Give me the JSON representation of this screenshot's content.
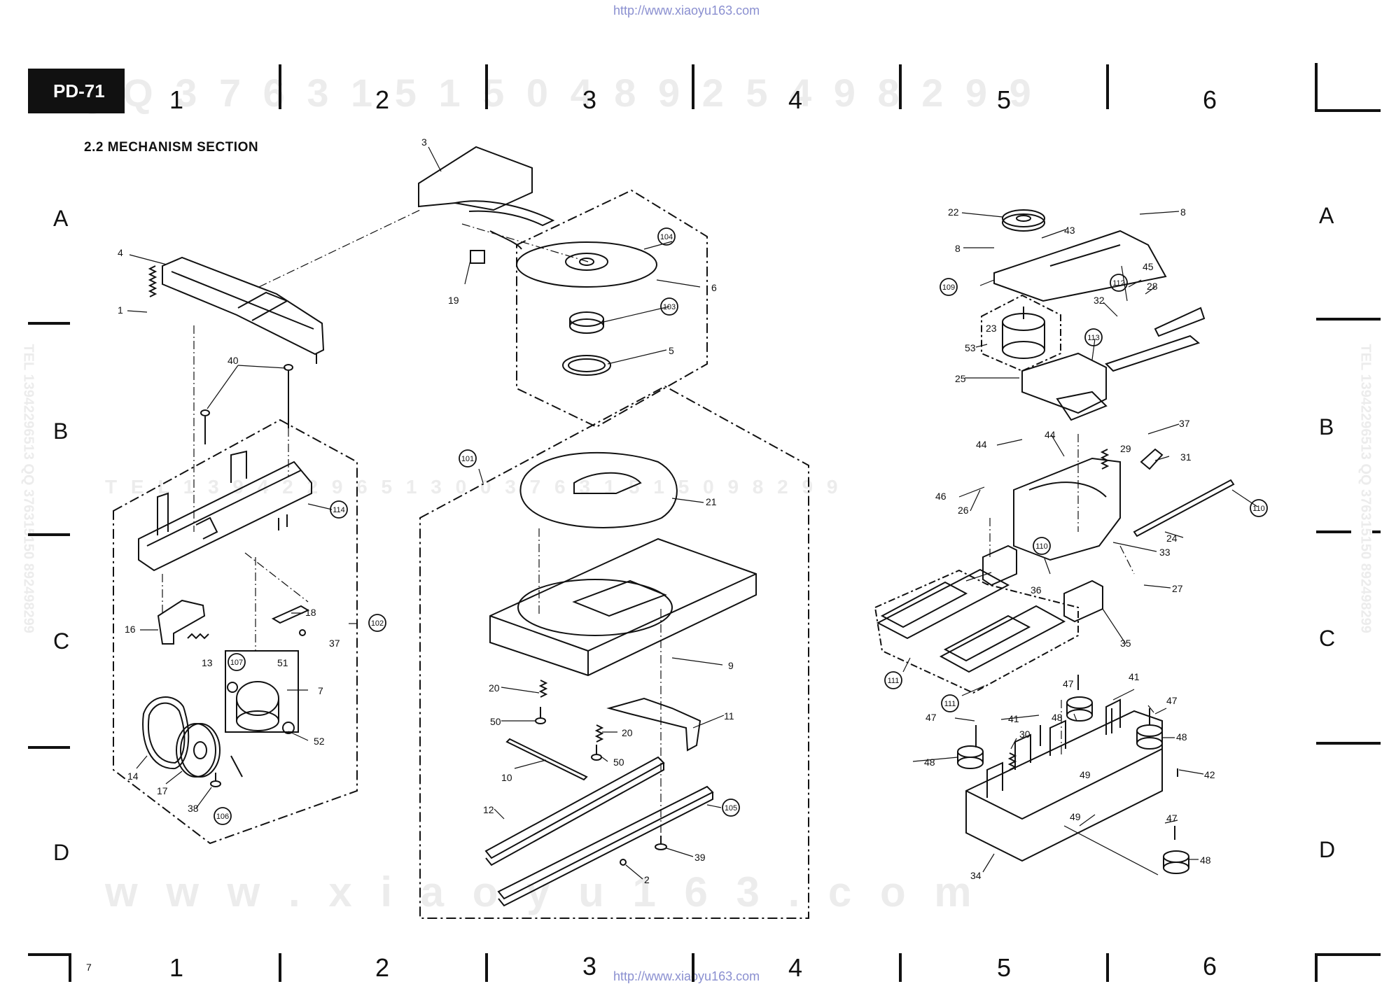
{
  "header": {
    "url_top": "http://www.xiaoyu163.com",
    "url_bottom": "http://www.xiaoyu163.com",
    "model_badge": "PD-71",
    "section_title": "2.2 MECHANISM SECTION",
    "page_number": "7"
  },
  "grid": {
    "columns": [
      "1",
      "2",
      "3",
      "4",
      "5",
      "6"
    ],
    "rows": [
      "A",
      "B",
      "C",
      "D"
    ]
  },
  "watermarks": {
    "top_digits": "Q Q 3 7 6 3 1 5 1 5 0 4 8 9 2 5 4 9 8 2 9 9",
    "middle_digits": "T E L 1 3 9 4 2 2 9 6 5 1 3 0 0 3 7 6 3 1 5 1 5 0 9 8 2 9 9",
    "bottom_site": "w w w . x i a o y u 1 6 3 . c o m",
    "side_left": "TEL 13942296513 QQ 376315150 892498299",
    "side_right": "TEL 13942296513 QQ 376315150 892498299"
  },
  "callouts": {
    "c1": "1",
    "c2": "2",
    "c3": "3",
    "c4": "4",
    "c5": "5",
    "c6": "6",
    "c7": "7",
    "c8a": "8",
    "c8b": "8",
    "c9": "9",
    "c10": "10",
    "c11": "11",
    "c12": "12",
    "c13": "13",
    "c14": "14",
    "c16": "16",
    "c17": "17",
    "c18": "18",
    "c19": "19",
    "c20a": "20",
    "c20b": "20",
    "c21": "21",
    "c22": "22",
    "c23": "23",
    "c24": "24",
    "c25": "25",
    "c26": "26",
    "c27": "27",
    "c28": "28",
    "c29": "29",
    "c30": "30",
    "c31": "31",
    "c32": "32",
    "c33": "33",
    "c34": "34",
    "c35": "35",
    "c36": "36",
    "c37a": "37",
    "c37b": "37",
    "c38": "38",
    "c39": "39",
    "c40": "40",
    "c41a": "41",
    "c41b": "41",
    "c42": "42",
    "c43": "43",
    "c44a": "44",
    "c44b": "44",
    "c45": "45",
    "c46": "46",
    "c47a": "47",
    "c47b": "47",
    "c47c": "47",
    "c47d": "47",
    "c48a": "48",
    "c48b": "48",
    "c48c": "48",
    "c48d": "48",
    "c49a": "49",
    "c49b": "49",
    "c50a": "50",
    "c50b": "50",
    "c51": "51",
    "c52": "52",
    "c53": "53",
    "r101": "101",
    "r102": "102",
    "r103": "103",
    "r104": "104",
    "r105": "105",
    "r106": "106",
    "r107": "107",
    "r109": "109",
    "r110a": "110",
    "r110b": "110",
    "r111a": "111",
    "r111b": "111",
    "r112": "112",
    "r113": "113",
    "r114": "114"
  }
}
